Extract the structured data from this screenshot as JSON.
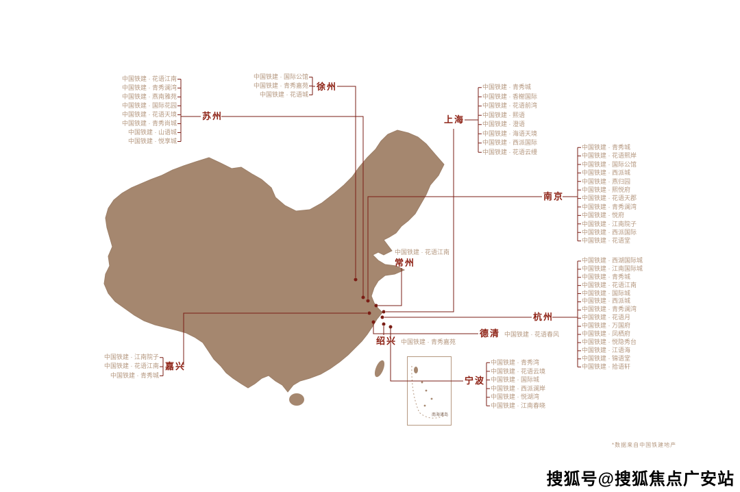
{
  "colors": {
    "map_fill": "#a5876f",
    "connector_line": "#7a1d14",
    "city_label": "#8c1f12",
    "project_text": "#b59880",
    "watermark": "#000000"
  },
  "footnote": "*数据来自中国铁建地产",
  "watermark": "搜狐号@搜狐焦点广安站",
  "inset": {
    "label": "南海诸岛"
  },
  "cities": {
    "suzhou": {
      "label": "苏州",
      "projects": [
        "中国铁建 · 花语江南",
        "中国铁建 · 青秀澜湾",
        "中国铁建 · 燕南雅苑",
        "中国铁建 · 国际花园",
        "中国铁建 · 花语天境",
        "中国铁建 · 青秀尚城",
        "中国铁建 · 山语城",
        "中国铁建 · 悦享城"
      ]
    },
    "xuzhou": {
      "label": "徐州",
      "projects": [
        "中国铁建 · 国际公馆",
        "中国铁建 · 青秀嘉苑",
        "中国铁建 · 花语城"
      ]
    },
    "shanghai": {
      "label": "上海",
      "projects": [
        "中国铁建 · 青秀城",
        "中国铁建 · 香榭国际",
        "中国铁建 · 花语前湾",
        "中国铁建 · 熙语",
        "中国铁建 · 澄语",
        "中国铁建 · 海语天境",
        "中国铁建 · 西派国际",
        "中国铁建 · 花语云缦"
      ]
    },
    "nanjing": {
      "label": "南京",
      "projects": [
        "中国铁建 · 青秀城",
        "中国铁建 · 花语熙岸",
        "中国铁建 · 国际公馆",
        "中国铁建 · 西派城",
        "中国铁建 · 燕归园",
        "中国铁建 · 熙悦府",
        "中国铁建 · 花语天郡",
        "中国铁建 · 青秀澜湾",
        "中国铁建 · 悦府",
        "中国铁建 · 江南院子",
        "中国铁建 · 西派国际",
        "中国铁建 · 花语堂"
      ]
    },
    "changzhou": {
      "label": "常州",
      "projects": [
        "中国铁建 · 花语江南"
      ]
    },
    "hangzhou": {
      "label": "杭州",
      "projects": [
        "中国铁建 · 西湖国际城",
        "中国铁建 · 江南国际城",
        "中国铁建 · 青秀城",
        "中国铁建 · 花语江南",
        "中国铁建 · 国际城",
        "中国铁建 · 西派城",
        "中国铁建 · 青秀澜湾",
        "中国铁建 · 花语月",
        "中国铁建 · 万国府",
        "中国铁建 · 凤栖府",
        "中国铁建 · 悦隐秀台",
        "中国铁建 · 江语海",
        "中国铁建 · 锦语堂",
        "中国铁建 · 拾语轩"
      ]
    },
    "deqing": {
      "label": "德清",
      "projects": [
        "中国铁建 · 花语春风"
      ]
    },
    "shaoxing": {
      "label": "绍兴",
      "projects": [
        "中国铁建 · 青秀嘉苑"
      ]
    },
    "jiaxing": {
      "label": "嘉兴",
      "projects": [
        "中国铁建 · 江南院子",
        "中国铁建 · 花语江南",
        "中国铁建 · 青秀城"
      ]
    },
    "ningbo": {
      "label": "宁波",
      "projects": [
        "中国铁建 · 青秀湾",
        "中国铁建 · 花语云境",
        "中国铁建 · 国际城",
        "中国铁建 · 西派澜岸",
        "中国铁建 · 悦湖湾",
        "中国铁建 · 江南春晓"
      ]
    }
  }
}
